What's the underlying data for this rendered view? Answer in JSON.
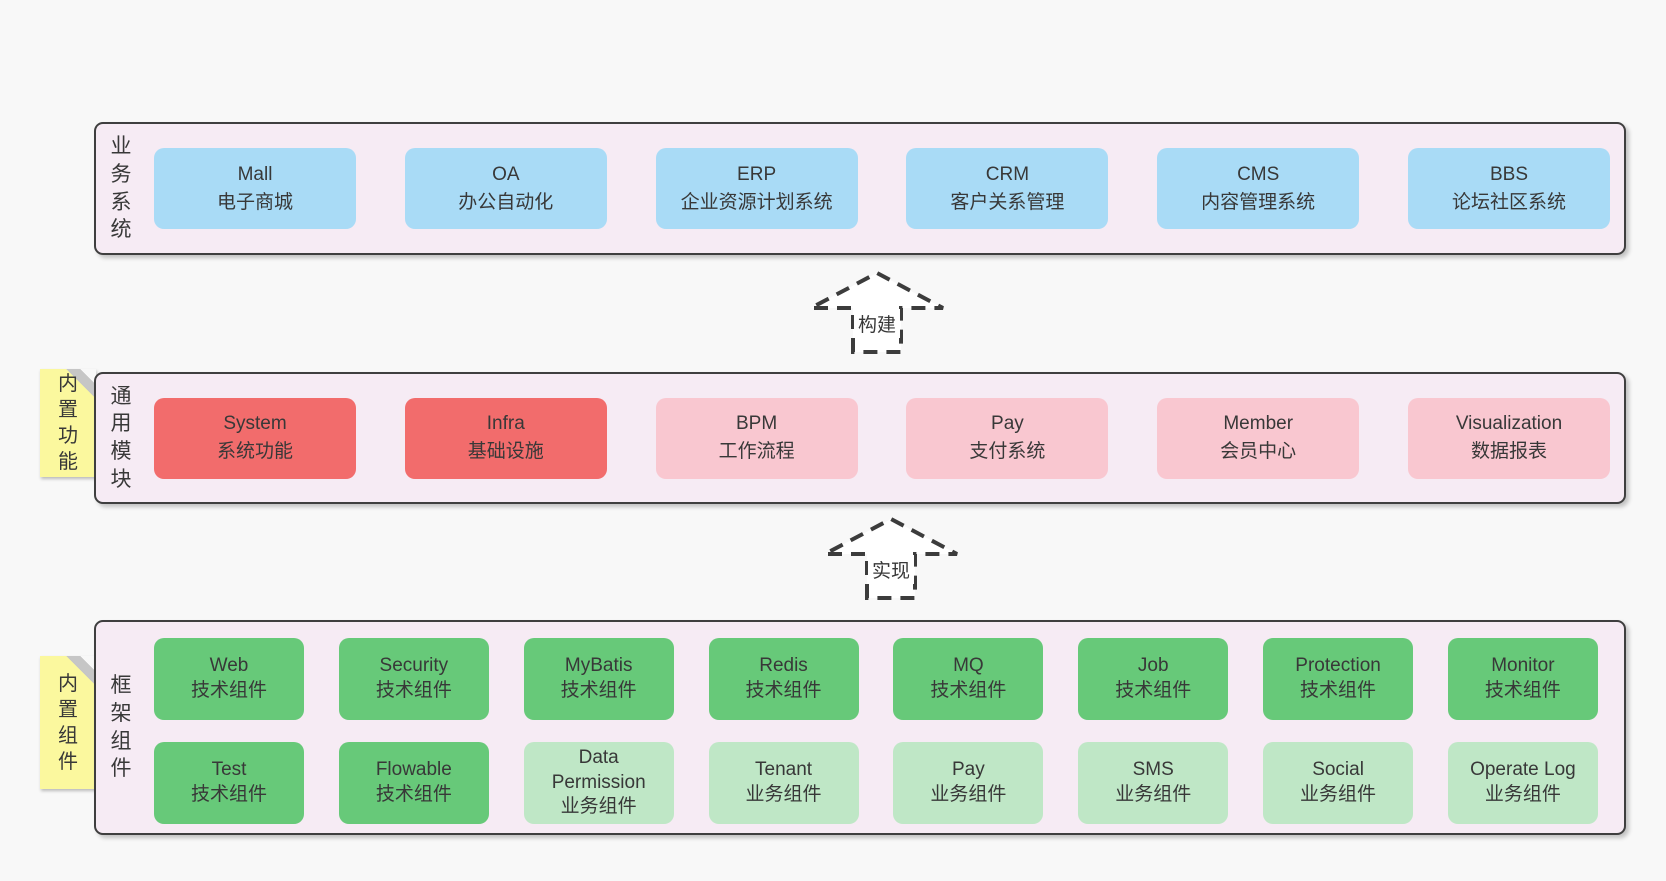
{
  "colors": {
    "bg": "#f8f8f8",
    "panel_bg": "#f6ebf4",
    "panel_border": "#3f3f3f",
    "blue": "#a9dbf6",
    "red": "#f26c6c",
    "pink": "#f9c7d0",
    "green": "#67c979",
    "green_light": "#bfe7c6",
    "sticky": "#fbf89e",
    "sticky_fold": "#c6c6c6",
    "arrow_stroke": "#3c3c3c",
    "arrow_fill": "#ffffff",
    "text": "#383838"
  },
  "arrows": {
    "build": "构建",
    "implement": "实现"
  },
  "business": {
    "label": "业务系统",
    "boxes": [
      {
        "title": "Mall",
        "subtitle": "电子商城",
        "variant": "blue"
      },
      {
        "title": "OA",
        "subtitle": "办公自动化",
        "variant": "blue"
      },
      {
        "title": "ERP",
        "subtitle": "企业资源计划系统",
        "variant": "blue"
      },
      {
        "title": "CRM",
        "subtitle": "客户关系管理",
        "variant": "blue"
      },
      {
        "title": "CMS",
        "subtitle": "内容管理系统",
        "variant": "blue"
      },
      {
        "title": "BBS",
        "subtitle": "论坛社区系统",
        "variant": "blue"
      }
    ]
  },
  "modules": {
    "label": "通用模块",
    "sticky": "内置功能",
    "boxes": [
      {
        "title": "System",
        "subtitle": "系统功能",
        "variant": "red"
      },
      {
        "title": "Infra",
        "subtitle": "基础设施",
        "variant": "red"
      },
      {
        "title": "BPM",
        "subtitle": "工作流程",
        "variant": "pink"
      },
      {
        "title": "Pay",
        "subtitle": "支付系统",
        "variant": "pink"
      },
      {
        "title": "Member",
        "subtitle": "会员中心",
        "variant": "pink"
      },
      {
        "title": "Visualization",
        "subtitle": "数据报表",
        "variant": "pink"
      }
    ]
  },
  "components": {
    "label": "框架组件",
    "sticky": "内置组件",
    "row1": [
      {
        "title": "Web",
        "subtitle": "技术组件",
        "variant": "green"
      },
      {
        "title": "Security",
        "subtitle": "技术组件",
        "variant": "green"
      },
      {
        "title": "MyBatis",
        "subtitle": "技术组件",
        "variant": "green"
      },
      {
        "title": "Redis",
        "subtitle": "技术组件",
        "variant": "green"
      },
      {
        "title": "MQ",
        "subtitle": "技术组件",
        "variant": "green"
      },
      {
        "title": "Job",
        "subtitle": "技术组件",
        "variant": "green"
      },
      {
        "title": "Protection",
        "subtitle": "技术组件",
        "variant": "green"
      },
      {
        "title": "Monitor",
        "subtitle": "技术组件",
        "variant": "green"
      }
    ],
    "row2": [
      {
        "title": "Test",
        "subtitle": "技术组件",
        "variant": "green"
      },
      {
        "title": "Flowable",
        "subtitle": "技术组件",
        "variant": "green"
      },
      {
        "title": "Data Permission",
        "subtitle": "业务组件",
        "variant": "green-light"
      },
      {
        "title": "Tenant",
        "subtitle": "业务组件",
        "variant": "green-light"
      },
      {
        "title": "Pay",
        "subtitle": "业务组件",
        "variant": "green-light"
      },
      {
        "title": "SMS",
        "subtitle": "业务组件",
        "variant": "green-light"
      },
      {
        "title": "Social",
        "subtitle": "业务组件",
        "variant": "green-light"
      },
      {
        "title": "Operate Log",
        "subtitle": "业务组件",
        "variant": "green-light"
      }
    ]
  }
}
